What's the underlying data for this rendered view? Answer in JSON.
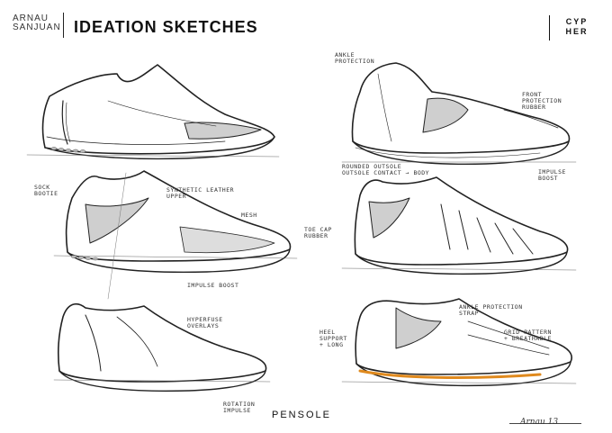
{
  "header": {
    "author_line1": "ARNAU",
    "author_line2": "SANJUAN",
    "title": "IDEATION SKETCHES",
    "brand_line1": "CYP",
    "brand_line2": "HER"
  },
  "annotations": {
    "ankle_protection": [
      "ANKLE",
      "PROTECTION"
    ],
    "front_protection": [
      "FRONT",
      "PROTECTION",
      "RUBBER"
    ],
    "rounded_outsole": [
      "ROUNDED OUTSOLE",
      "OUTSOLE CONTACT → BODY"
    ],
    "impulse_boost": [
      "IMPULSE",
      "BOOST"
    ],
    "sock_bootie": [
      "SOCK",
      "BOOTIE"
    ],
    "synthetic_leather": [
      "SYNTHETIC LEATHER",
      "UPPER"
    ],
    "mesh": [
      "MESH"
    ],
    "toe_cap": [
      "TOE CAP",
      "RUBBER"
    ],
    "impulse_boost_2": [
      "IMPULSE BOOST"
    ],
    "hyperfuse": [
      "HYPERFUSE",
      "OVERLAYS"
    ],
    "ankle_protection_strap": [
      "ANKLE PROTECTION",
      "STRAP"
    ],
    "heel_support": [
      "HEEL",
      "SUPPORT",
      "+ LONG"
    ],
    "grid_pattern": [
      "GRID PATTERN",
      "+ BREATHABLE"
    ],
    "rotation_impulse": [
      "ROTATION",
      "IMPULSE"
    ]
  },
  "footer": {
    "brand": "PENSOLE",
    "signature": "Arnau 13"
  }
}
